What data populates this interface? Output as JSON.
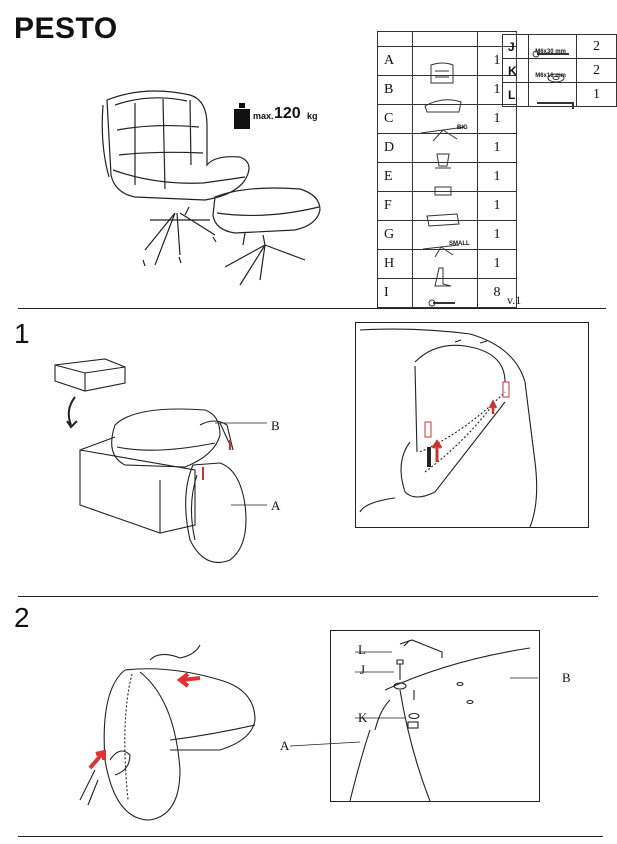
{
  "title": "PESTO",
  "weight": {
    "label": "max.",
    "value": "120",
    "unit": "kg"
  },
  "parts_main": [
    {
      "letter": "A",
      "qty": "1"
    },
    {
      "letter": "B",
      "qty": "1"
    },
    {
      "letter": "C",
      "qty": "1",
      "tag": "BIG"
    },
    {
      "letter": "D",
      "qty": "1"
    },
    {
      "letter": "E",
      "qty": "1"
    },
    {
      "letter": "F",
      "qty": "1"
    },
    {
      "letter": "G",
      "qty": "1",
      "tag": "SMALL"
    },
    {
      "letter": "H",
      "qty": "1"
    },
    {
      "letter": "I",
      "qty": "8"
    }
  ],
  "parts_hw": [
    {
      "letter": "J",
      "qty": "2",
      "size": "M6x30 mm"
    },
    {
      "letter": "K",
      "qty": "2",
      "size": "M6x16 mm"
    },
    {
      "letter": "L",
      "qty": "1"
    }
  ],
  "version": "v.1",
  "steps": [
    {
      "number": "1",
      "callouts": {
        "b": "B",
        "a": "A"
      }
    },
    {
      "number": "2",
      "callouts": {
        "l": "L",
        "j": "J",
        "k": "K",
        "a": "A",
        "b": "B"
      }
    }
  ]
}
